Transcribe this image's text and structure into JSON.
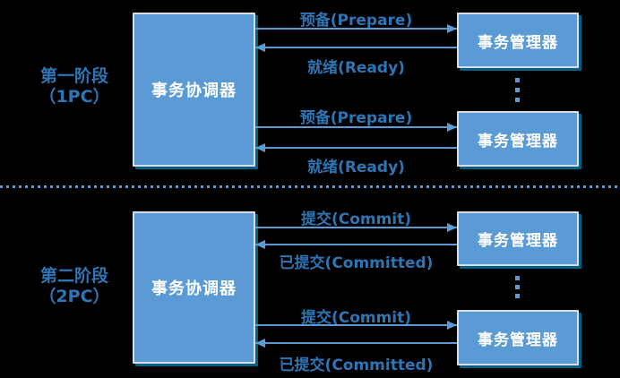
{
  "colors": {
    "background": "#000000",
    "box_fill": "#5B9BD5",
    "box_border": "#D9DEE5",
    "box_shadow": "#00B0F0",
    "box_text": "#FFFFFF",
    "arrow": "#5B9BD5",
    "label_text": "#2E75B6",
    "divider": "#5B9BD5"
  },
  "phase1": {
    "label_line1": "第一阶段",
    "label_line2": "（1PC）",
    "coordinator_label": "事务协调器",
    "managers": [
      {
        "label": "事务管理器"
      },
      {
        "label": "事务管理器"
      }
    ],
    "ellipsis_icon": "vertical-dots",
    "messages": [
      {
        "text": "预备(Prepare)",
        "direction": "right"
      },
      {
        "text": "就绪(Ready)",
        "direction": "left"
      },
      {
        "text": "预备(Prepare)",
        "direction": "right"
      },
      {
        "text": "就绪(Ready)",
        "direction": "left"
      }
    ]
  },
  "phase2": {
    "label_line1": "第二阶段",
    "label_line2": "（2PC）",
    "coordinator_label": "事务协调器",
    "managers": [
      {
        "label": "事务管理器"
      },
      {
        "label": "事务管理器"
      }
    ],
    "ellipsis_icon": "vertical-dots",
    "messages": [
      {
        "text": "提交(Commit)",
        "direction": "right"
      },
      {
        "text": "已提交(Committed)",
        "direction": "left"
      },
      {
        "text": "提交(Commit)",
        "direction": "right"
      },
      {
        "text": "已提交(Committed)",
        "direction": "left"
      }
    ]
  }
}
